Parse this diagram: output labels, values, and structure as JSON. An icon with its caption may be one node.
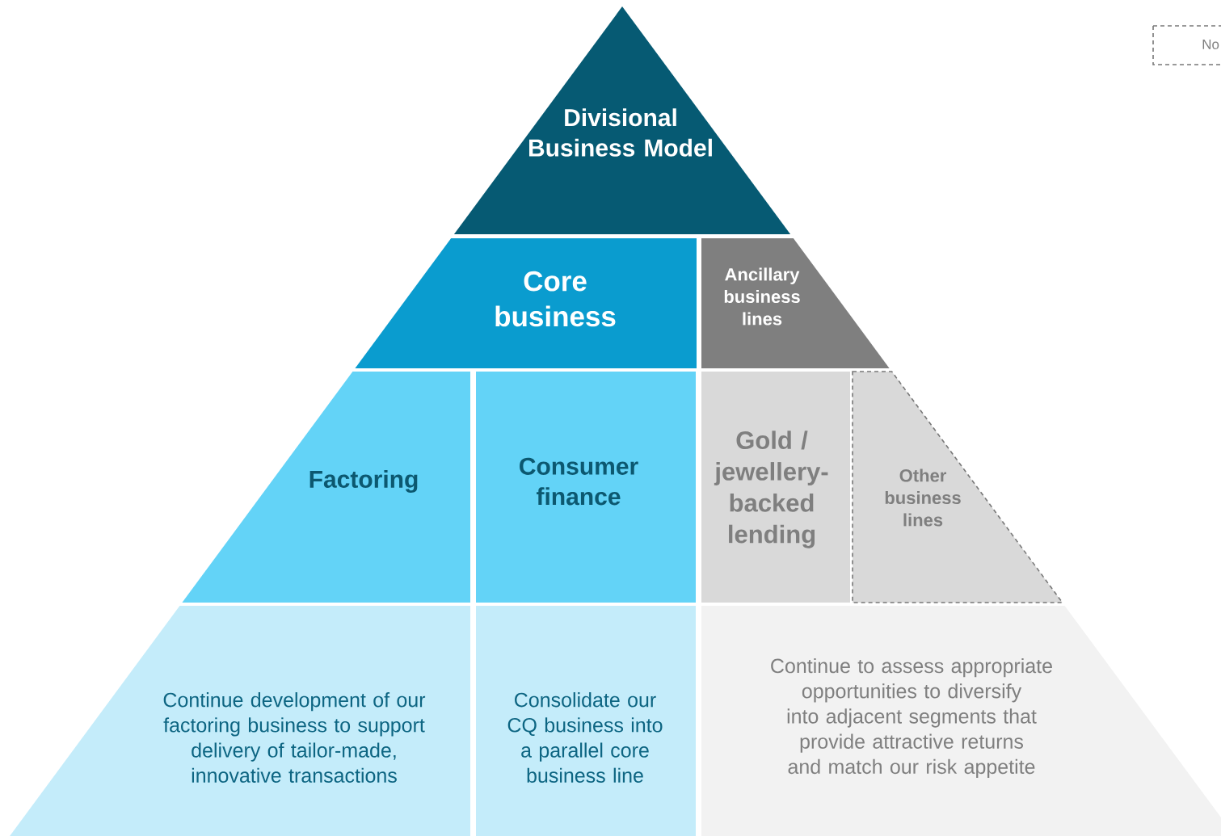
{
  "diagram": {
    "nodes": [
      {
        "text": [
          "Divisional Business Model"
        ]
      },
      {
        "text": [
          "Core business"
        ]
      },
      {
        "text": [
          "Ancillary business lines"
        ]
      },
      {
        "text": [
          "Factoring"
        ]
      },
      {
        "text": [
          "Consumer finance"
        ]
      },
      {
        "text": [
          "Gold / jewellery-backed lending"
        ]
      },
      {
        "text": [
          "Other business lines"
        ]
      },
      {
        "text": [
          "Continue development of our factoring business to support delivery of tailor-made, innovative transactions"
        ]
      },
      {
        "text": [
          "Consolidate our CQ business into a parallel core business line"
        ]
      },
      {
        "text": [
          "Continue to assess appropriate opportunities to diversify into adjacent segments that provide attractive returns and match our risk appetite"
        ]
      },
      {
        "text": [
          "No"
        ]
      }
    ]
  }
}
